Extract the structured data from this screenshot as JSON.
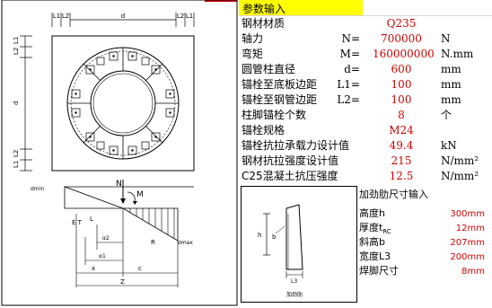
{
  "header": {
    "title": "参数输入"
  },
  "params": [
    {
      "label": "钢材材质",
      "symbol": "",
      "value": "Q235",
      "unit": ""
    },
    {
      "label": " 轴力",
      "symbol": "N=",
      "value": "700000",
      "unit": "N"
    },
    {
      "label": " 弯矩",
      "symbol": "M=",
      "value": "160000000",
      "unit": "N.mm"
    },
    {
      "label": "圆管柱直径",
      "symbol": "d=",
      "value": "600",
      "unit": "mm"
    },
    {
      "label": "锚栓至底板边距",
      "symbol": "L1=",
      "value": "100",
      "unit": "mm"
    },
    {
      "label": "锚栓至钢管边距",
      "symbol": "L2=",
      "value": "100",
      "unit": "mm"
    },
    {
      "label": "柱脚锚栓个数",
      "symbol": "",
      "value": "8",
      "unit": "个"
    },
    {
      "label": "锚栓规格",
      "symbol": "",
      "value": "M24",
      "unit": ""
    },
    {
      "label": "锚栓抗拉承载力设计值",
      "symbol": "",
      "value": "49.4",
      "unit": "kN"
    },
    {
      "label": "钢材抗拉强度设计值",
      "symbol": "",
      "value": "215",
      "unit": "N/mm²"
    },
    {
      "label": "C25混凝土抗压强度",
      "symbol": "",
      "value": "12.5",
      "unit": "N/mm²"
    }
  ],
  "rib": {
    "title": "加劲肋尺寸输入",
    "items": [
      {
        "label": "高度h",
        "value": "300mm"
      },
      {
        "label": "厚度t",
        "sub": "RC",
        "value": "12mm"
      },
      {
        "label": "斜高b",
        "value": "207mm"
      },
      {
        "label": "宽度L3",
        "value": "200mm"
      },
      {
        "label": "焊脚尺寸",
        "value": "8mm"
      }
    ],
    "diagram": {
      "h": "h",
      "b": "b",
      "l3": "L3",
      "caption": "加劲肋"
    }
  },
  "drawing": {
    "top_labels": [
      "L1",
      "L2",
      "d",
      "L2",
      "L1"
    ],
    "left_labels": [
      "L1",
      "L2",
      "d",
      "L2",
      "L1"
    ],
    "stress": {
      "sigma_min": "σmin",
      "sigma_max": "σmax",
      "N": "N",
      "M": "M",
      "L": "L",
      "R": "R",
      "alpha2": "α2",
      "alpha1": "α1",
      "x": "x",
      "c": "c",
      "Z": "Z",
      "ET": "E T"
    }
  },
  "colors": {
    "value_red": "#cc0000",
    "header_yellow": "#ffff00"
  }
}
